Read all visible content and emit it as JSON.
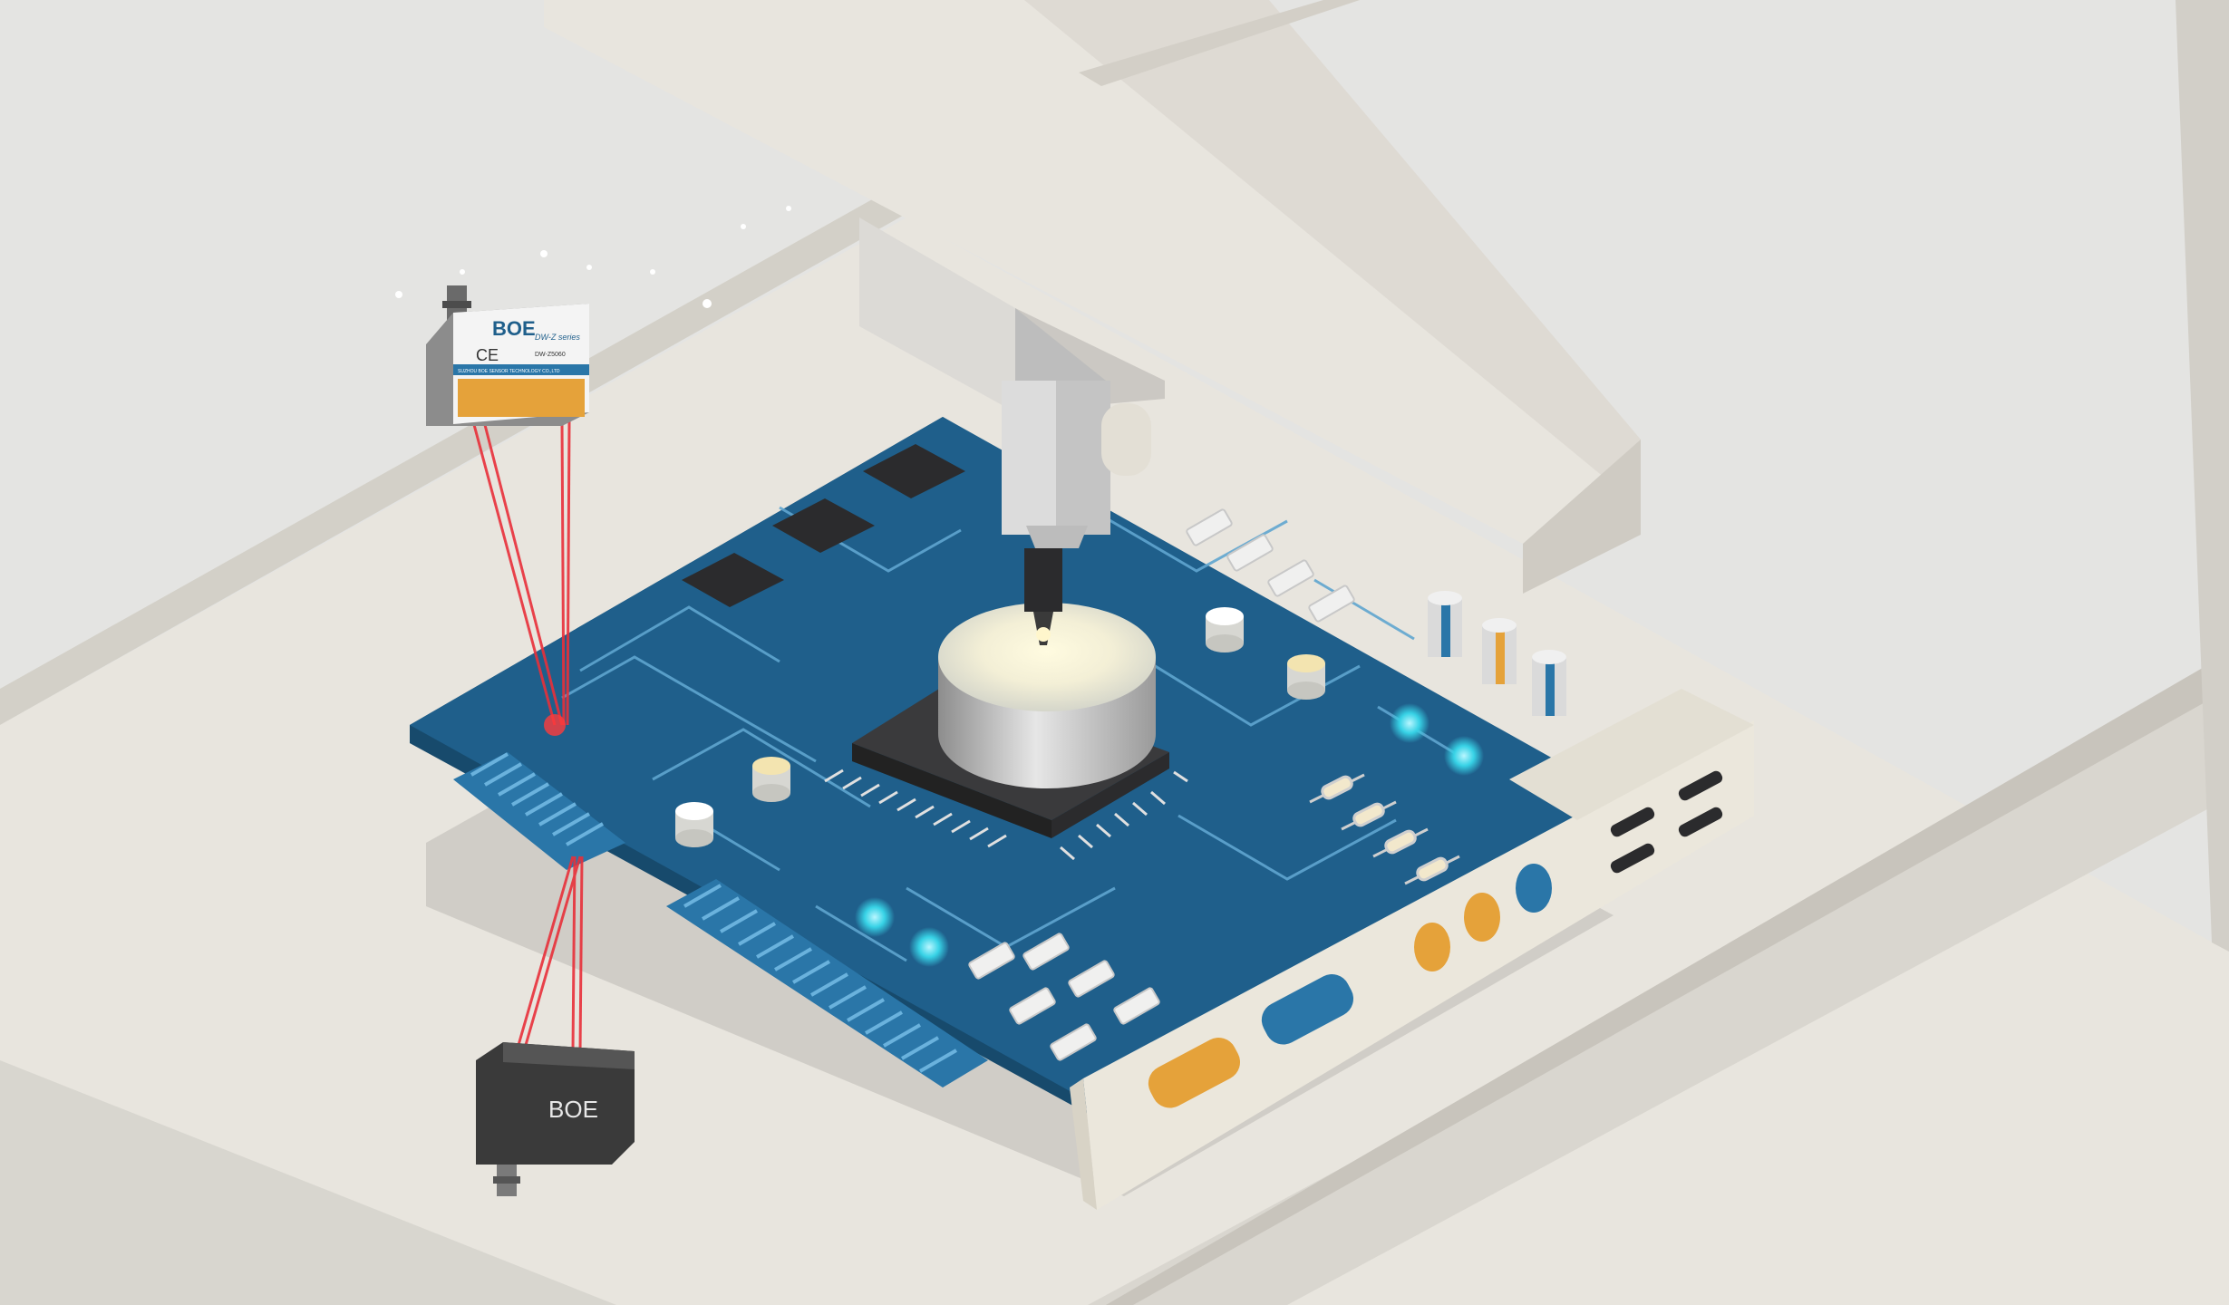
{
  "sensor_top": {
    "logo": "BOE",
    "series": "DW-Z series",
    "ce_mark": "CE",
    "model": "DW-Z5060",
    "maker": "SUZHOU BOE SENSOR TECHNOLOGY CO.,LTD"
  },
  "sensor_bottom": {
    "logo": "BOE"
  },
  "colors": {
    "background": "#e4e4e2",
    "pcb": "#1f5f8b",
    "pcb_dark": "#174a6c",
    "trace": "#5fa5cf",
    "laser": "#e8303a",
    "gold": "#e5a23a",
    "chip": "#2b2b2d",
    "led": "#37d2e6"
  }
}
